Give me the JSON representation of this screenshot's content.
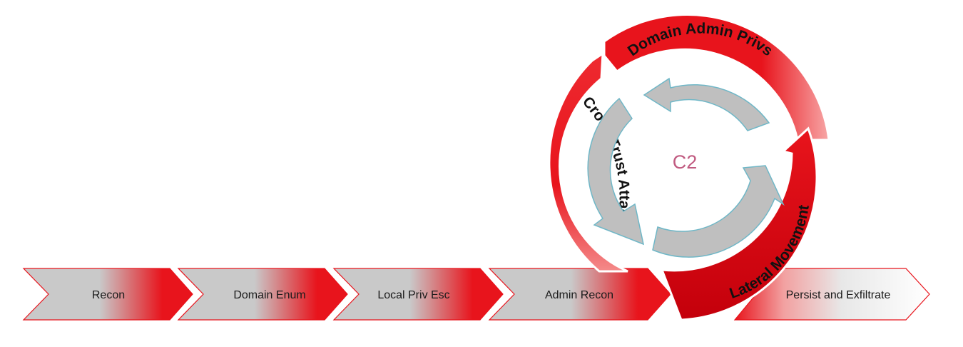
{
  "colors": {
    "red": "#e8141c",
    "dark_red": "#b8000a",
    "gray": "#c8c8c8",
    "arrow_gray": "#bfbfbf",
    "arrow_outline": "#6fb7c7",
    "center_text": "#c05a80"
  },
  "timeline": {
    "stages": [
      {
        "label": "Recon"
      },
      {
        "label": "Domain Enum"
      },
      {
        "label": "Local Priv Esc"
      },
      {
        "label": "Admin Recon"
      },
      {
        "label": "Persist and Exfiltrate"
      }
    ]
  },
  "cycle": {
    "center_label": "C2",
    "segments": [
      {
        "label": "Domain Admin Privs"
      },
      {
        "label": "Lateral Movement"
      },
      {
        "label": "Cross Trust Attacks"
      }
    ]
  }
}
